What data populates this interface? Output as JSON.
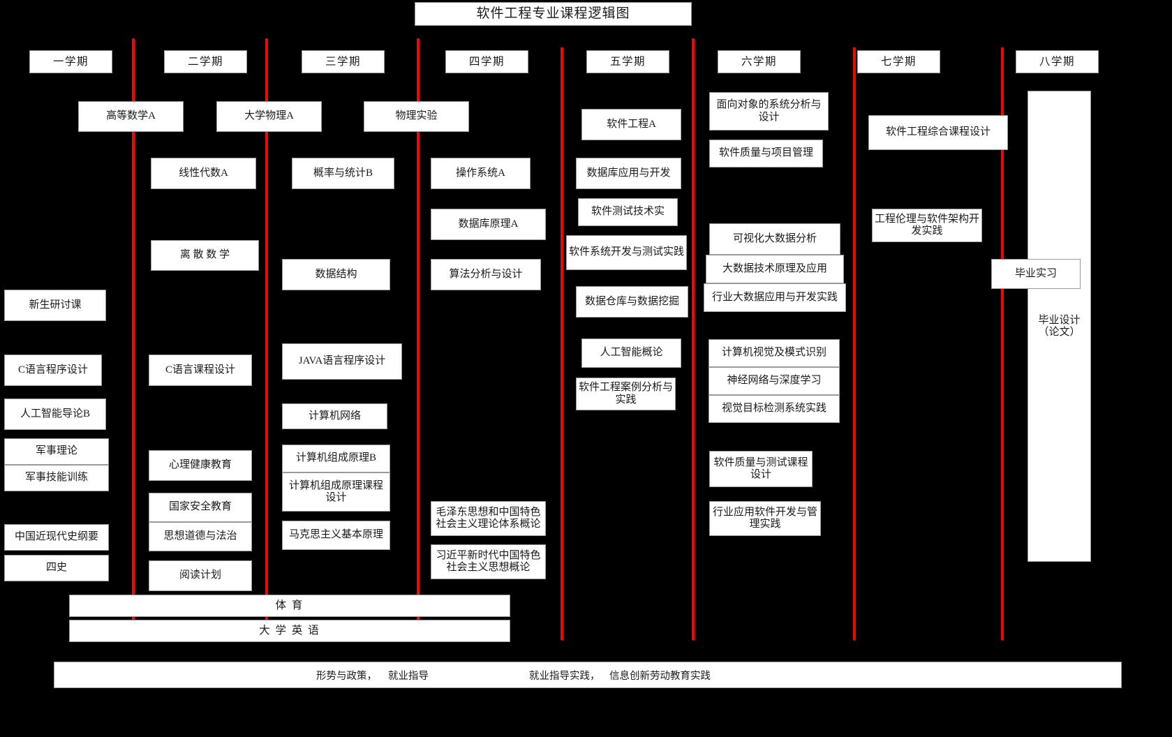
{
  "title": "软件工程专业课程逻辑图",
  "accent_color": "#fe0000",
  "box_fill": "#ffffff",
  "background": "#000000",
  "semesters": [
    {
      "label": "一学期"
    },
    {
      "label": "二学期"
    },
    {
      "label": "三学期"
    },
    {
      "label": "四学期"
    },
    {
      "label": "五学期"
    },
    {
      "label": "六学期"
    },
    {
      "label": "七学期"
    },
    {
      "label": "八学期"
    }
  ],
  "courses": {
    "s1": [
      {
        "name": "高等数学A"
      },
      {
        "name": "新生研讨课"
      },
      {
        "name": "C语言程序设计"
      },
      {
        "name": "人工智能导论B"
      },
      {
        "name": "军事理论"
      },
      {
        "name": "军事技能训练"
      },
      {
        "name": "中国近现代史纲要"
      },
      {
        "name": "四史"
      }
    ],
    "s2": [
      {
        "name": "大学物理A"
      },
      {
        "name": "线性代数A"
      },
      {
        "name": "离 散 数 学"
      },
      {
        "name": "C语言课程设计"
      },
      {
        "name": "心理健康教育"
      },
      {
        "name": "国家安全教育"
      },
      {
        "name": "思想道德与法治"
      },
      {
        "name": "阅读计划"
      }
    ],
    "s3": [
      {
        "name": "物理实验"
      },
      {
        "name": "概率与统计B"
      },
      {
        "name": "数据结构"
      },
      {
        "name": "JAVA语言程序设计"
      },
      {
        "name": "计算机网络"
      },
      {
        "name": "计算机组成原理B"
      },
      {
        "name": "计算机组成原理课程设计"
      },
      {
        "name": "马克思主义基本原理"
      }
    ],
    "s4": [
      {
        "name": "操作系统A"
      },
      {
        "name": "数据库原理A"
      },
      {
        "name": "算法分析与设计"
      },
      {
        "name": "毛泽东思想和中国特色社会主义理论体系概论"
      },
      {
        "name": "习近平新时代中国特色社会主义思想概论"
      }
    ],
    "s5": [
      {
        "name": "软件工程A"
      },
      {
        "name": "数据库应用与开发"
      },
      {
        "name": "软件测试技术实"
      },
      {
        "name": "软件系统开发与测试实践"
      },
      {
        "name": "数据仓库与数据挖掘"
      },
      {
        "name": "人工智能概论"
      },
      {
        "name": "软件工程案例分析与实践"
      }
    ],
    "s6": [
      {
        "name": "面向对象的系统分析与设计"
      },
      {
        "name": "软件质量与项目管理"
      },
      {
        "name": "可视化大数据分析"
      },
      {
        "name": "大数据技术原理及应用"
      },
      {
        "name": "行业大数据应用与开发实践"
      },
      {
        "name": "计算机视觉及模式识别"
      },
      {
        "name": "神经网络与深度学习"
      },
      {
        "name": "视觉目标检测系统实践"
      },
      {
        "name": "软件质量与测试课程设计"
      },
      {
        "name": "行业应用软件开发与管理实践"
      }
    ],
    "s7": [
      {
        "name": "软件工程综合课程设计"
      },
      {
        "name": "工程伦理与软件架构开发实践"
      }
    ],
    "s8": [
      {
        "name": "毕业实习"
      },
      {
        "name": "毕业设计\n（论文）"
      }
    ]
  },
  "span_bars": [
    {
      "name": "体 育"
    },
    {
      "name": "大 学 英 语"
    }
  ],
  "footer_bar": {
    "items": [
      {
        "name": "形势与政策，"
      },
      {
        "name": "就业指导"
      },
      {
        "name": "就业指导实践，"
      },
      {
        "name": "信息创新劳动教育实践"
      }
    ]
  }
}
